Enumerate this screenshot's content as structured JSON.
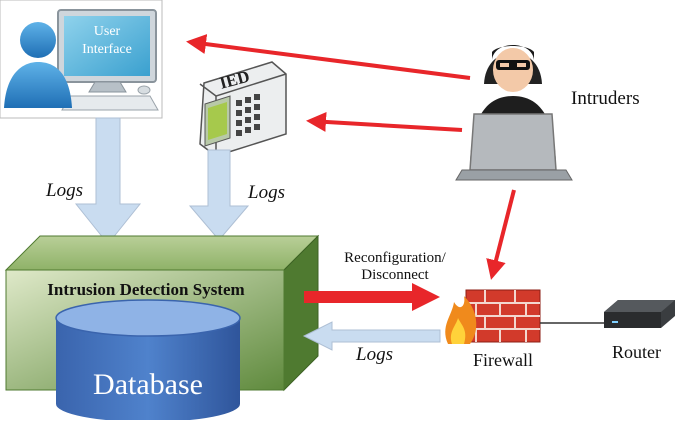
{
  "diagram": {
    "user_interface_label": [
      "User",
      "Interface"
    ],
    "ied_label": "IED",
    "intruders_label": "Intruders",
    "logs_labels": [
      "Logs",
      "Logs",
      "Logs"
    ],
    "ids_label": "Intrusion Detection System",
    "database_label": "Database",
    "reconfig_label": [
      "Reconfiguration/",
      "Disconnect"
    ],
    "firewall_label": "Firewall",
    "router_label": "Router"
  },
  "colors": {
    "ids_box": "#7fa95c",
    "database": "#3f6fb8",
    "attack_arrow": "#e8262a",
    "log_arrow": "#c9dcf0",
    "firewall_brick": "#d23a2b"
  }
}
